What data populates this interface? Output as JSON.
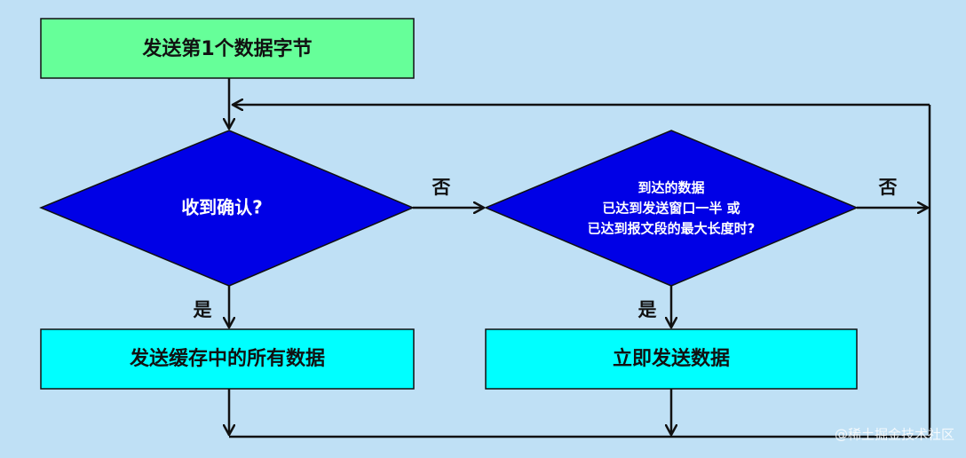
{
  "colors": {
    "background": "#bfe0f5",
    "start_fill": "#66ff99",
    "process_fill": "#00ffff",
    "decision_fill": "#0000e6",
    "stroke": "#111111",
    "decision_text": "#ffffff"
  },
  "nodes": {
    "start": {
      "label": "发送第1个数据字节"
    },
    "decision1": {
      "label": "收到确认?"
    },
    "decision2": {
      "lines": [
        "到达的数据",
        "已达到发送窗口一半 或",
        "已达到报文段的最大长度时?"
      ]
    },
    "process1": {
      "label": "发送缓存中的所有数据"
    },
    "process2": {
      "label": "立即发送数据"
    }
  },
  "edge_labels": {
    "d1_no": "否",
    "d1_yes": "是",
    "d2_no": "否",
    "d2_yes": "是"
  },
  "watermark": "@稀土掘金技术社区"
}
